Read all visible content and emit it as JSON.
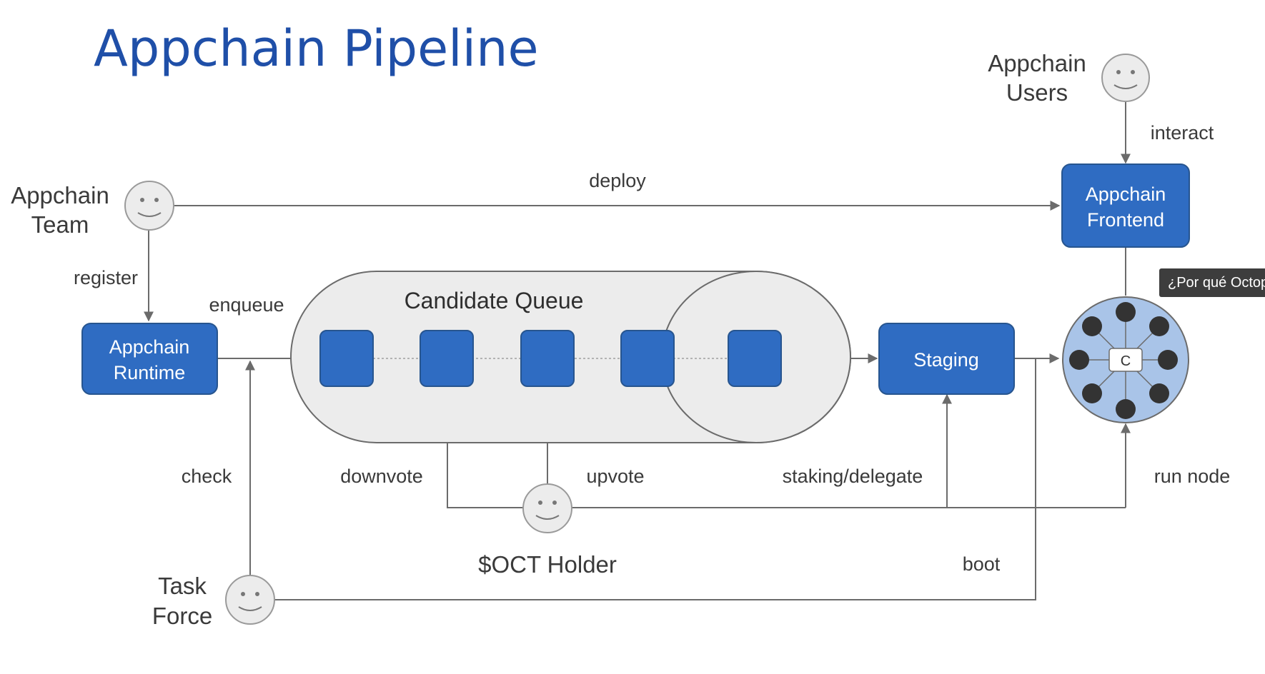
{
  "title": "Appchain Pipeline",
  "actors": {
    "users": [
      "Appchain",
      "Users"
    ],
    "team": [
      "Appchain",
      "Team"
    ],
    "holder": "$OCT Holder",
    "taskforce": [
      "Task",
      "Force"
    ]
  },
  "boxes": {
    "frontend": [
      "Appchain",
      "Frontend"
    ],
    "runtime": [
      "Appchain",
      "Runtime"
    ],
    "staging": "Staging",
    "network_core": "C"
  },
  "queue": {
    "label": "Candidate Queue",
    "item_count": 5
  },
  "edges": {
    "interact": "interact",
    "deploy": "deploy",
    "register": "register",
    "enqueue": "enqueue",
    "check": "check",
    "downvote": "downvote",
    "upvote": "upvote",
    "staking": "staking/delegate",
    "run_node": "run node",
    "boot": "boot"
  },
  "tooltip": "¿Por qué Octopus",
  "colors": {
    "title": "#1f4fa8",
    "box_fill": "#2f6cc2",
    "network_fill": "#a9c4e8",
    "queue_fill": "#ececec",
    "tooltip_bg": "#3d3d3d"
  }
}
